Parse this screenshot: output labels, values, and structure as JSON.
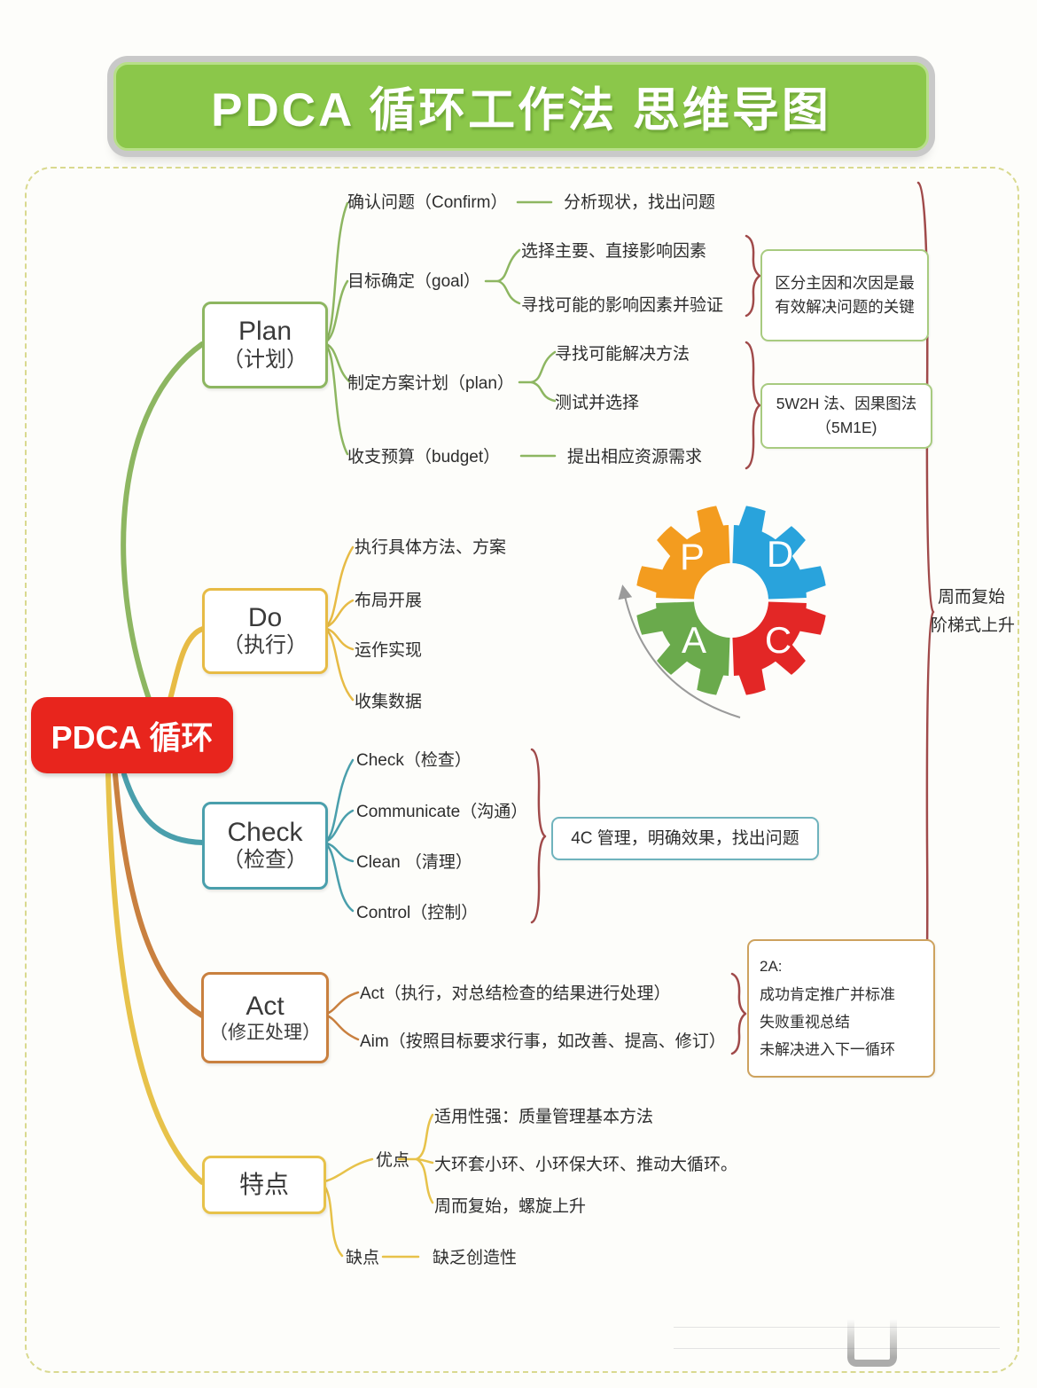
{
  "title": "PDCA 循环工作法  思维导图",
  "center": "PDCA 循环",
  "cycle_note": {
    "line1": "周而复始",
    "line2": "阶梯式上升"
  },
  "plan": {
    "title_en": "Plan",
    "title_zh": "（计划）",
    "confirm": "确认问题（Confirm）",
    "confirm_note": "分析现状，找出问题",
    "goal": "目标确定（goal）",
    "goal_sub1": "选择主要、直接影响因素",
    "goal_sub2": "寻找可能的影响因素并验证",
    "goal_note": "区分主因和次因是最有效解决问题的关键",
    "scheme": "制定方案计划（plan）",
    "scheme_sub1": "寻找可能解决方法",
    "scheme_sub2": "测试并选择",
    "scheme_note": "5W2H 法、因果图法（5M1E)",
    "budget": "收支预算（budget）",
    "budget_note": "提出相应资源需求"
  },
  "do": {
    "title_en": "Do",
    "title_zh": "（执行）",
    "items": [
      "执行具体方法、方案",
      "布局开展",
      "运作实现",
      "收集数据"
    ]
  },
  "check": {
    "title_en": "Check",
    "title_zh": "（检查）",
    "items": [
      "Check（检查）",
      "Communicate（沟通）",
      "Clean （清理）",
      "Control（控制）"
    ],
    "note": "4C 管理，明确效果，找出问题"
  },
  "act": {
    "title_en": "Act",
    "title_zh": "（修正处理）",
    "item1": "Act（执行，对总结检查的结果进行处理）",
    "item2": "Aim（按照目标要求行事，如改善、提高、修订）",
    "note_title": "2A:",
    "note_lines": [
      "成功肯定推广并标准",
      "失败重视总结",
      "未解决进入下一循环"
    ]
  },
  "features": {
    "title": "特点",
    "pros_label": "优点",
    "pros": [
      "适用性强：质量管理基本方法",
      "大环套小环、小环保大环、推动大循环。",
      "周而复始，螺旋上升"
    ],
    "cons_label": "缺点",
    "cons": "缺乏创造性"
  },
  "gear": {
    "p": "P",
    "d": "D",
    "a": "A",
    "c": "C"
  },
  "colors": {
    "title_green": "#8bc74a",
    "center_red": "#e8251d",
    "plan_green": "#8db661",
    "do_yellow": "#e7bb45",
    "check_teal": "#4a9fac",
    "act_orange": "#c9803f",
    "features_yellow": "#e7c24a",
    "brace_red": "#a04a4a",
    "note_green_border": "#a8cb80",
    "note_teal_border": "#6fb3bd",
    "note_tan_border": "#cda25e",
    "gear_p_orange": "#f39c1f",
    "gear_d_blue": "#29a3dc",
    "gear_a_green": "#6aaa4c",
    "gear_c_red": "#e32726",
    "arrow_gray": "#9a9a9a"
  }
}
